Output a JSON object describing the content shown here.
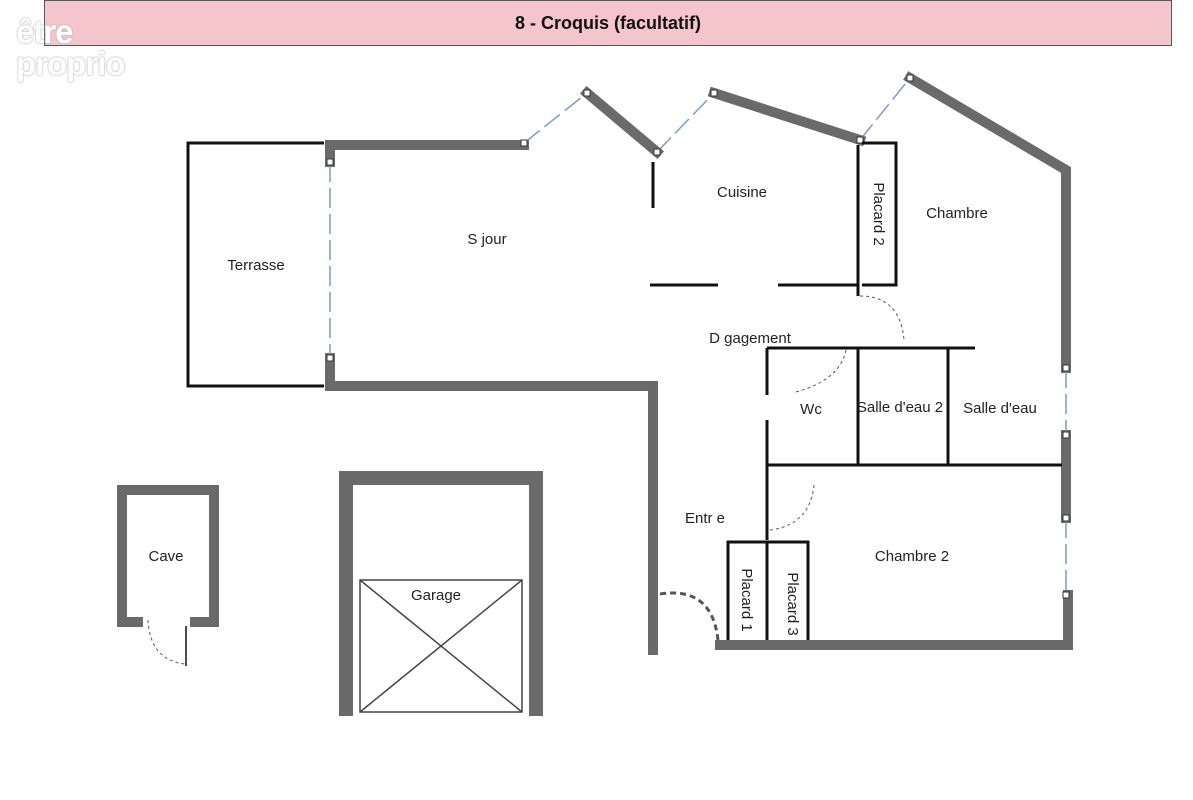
{
  "header": {
    "title": "8 - Croquis (facultatif)"
  },
  "logo": {
    "line1": "être",
    "line2": "proprio"
  },
  "watermark": "",
  "colors": {
    "header_bg": "#f4c6cb",
    "wall": "#6a6a6a",
    "partition": "#111111",
    "window": "#7a9cc8",
    "door_swing": "#555555"
  },
  "rooms": {
    "terrasse": "Terrasse",
    "sejour": "S jour",
    "cuisine": "Cuisine",
    "placard2": "Placard 2",
    "chambre": "Chambre",
    "degagement": "D gagement",
    "wc": "Wc",
    "salle_eau_2": "Salle d'eau 2",
    "salle_eau": "Salle d'eau",
    "entree": "Entr e",
    "placard1": "Placard 1",
    "placard3": "Placard 3",
    "chambre2": "Chambre 2",
    "cave": "Cave",
    "garage": "Garage"
  }
}
